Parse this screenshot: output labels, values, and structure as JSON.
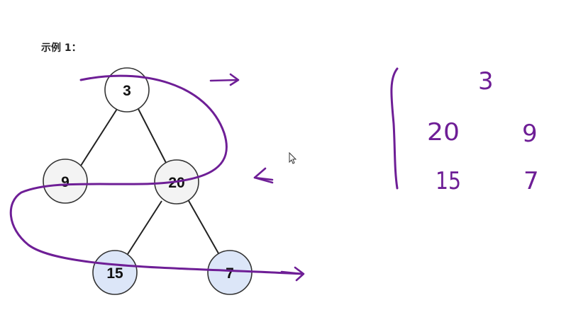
{
  "heading": "示例 1：",
  "tree": {
    "nodes": [
      {
        "id": "n3",
        "label": "3",
        "fill": "#ffffff"
      },
      {
        "id": "n9",
        "label": "9",
        "fill": "#f3f3f3"
      },
      {
        "id": "n20",
        "label": "20",
        "fill": "#f3f3f3"
      },
      {
        "id": "n15",
        "label": "15",
        "fill": "#dce6f8"
      },
      {
        "id": "n7",
        "label": "7",
        "fill": "#dce6f8"
      }
    ],
    "edges": [
      [
        "n3",
        "n9"
      ],
      [
        "n3",
        "n20"
      ],
      [
        "n20",
        "n15"
      ],
      [
        "n20",
        "n7"
      ]
    ]
  },
  "handwriting": {
    "row1": [
      "3"
    ],
    "row2": [
      "20",
      "9"
    ],
    "row3": [
      "15",
      "7"
    ]
  },
  "colors": {
    "ink": "#6e1e96",
    "node_stroke": "#333333",
    "edge": "#222222"
  },
  "icons": [
    "mouse-cursor-icon"
  ]
}
